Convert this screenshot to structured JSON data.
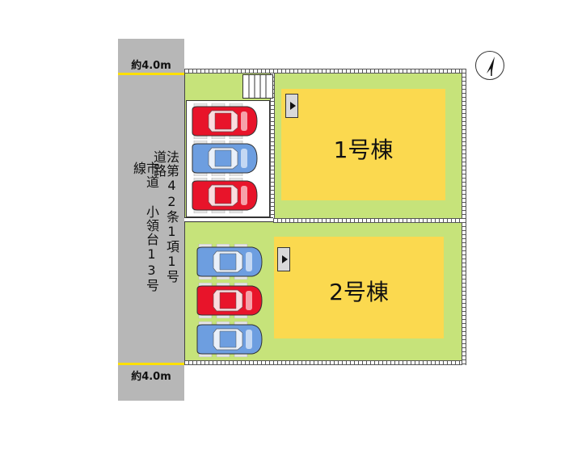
{
  "road": {
    "name": "市道 小領台13号線",
    "legal": "法第42条1項1号 道路",
    "width_top": "約4.0m",
    "width_bottom": "約4.0m"
  },
  "buildings": [
    {
      "label": "1号棟"
    },
    {
      "label": "2号棟"
    }
  ],
  "cars": {
    "lot1": [
      {
        "color": "red",
        "fill": "#e8142a"
      },
      {
        "color": "blue",
        "fill": "#6d9ee0"
      },
      {
        "color": "red",
        "fill": "#e8142a"
      }
    ],
    "lot2": [
      {
        "color": "blue",
        "fill": "#6d9ee0"
      },
      {
        "color": "red",
        "fill": "#e8142a"
      },
      {
        "color": "blue",
        "fill": "#6d9ee0"
      }
    ]
  },
  "colors": {
    "road": "#b7b7b7",
    "road_edge": "#ffe000",
    "lawn": "#c6e37a",
    "building": "#fbd94f"
  },
  "icons": {
    "compass": "north-arrow-icon",
    "entry": "entrance-arrow-icon"
  }
}
